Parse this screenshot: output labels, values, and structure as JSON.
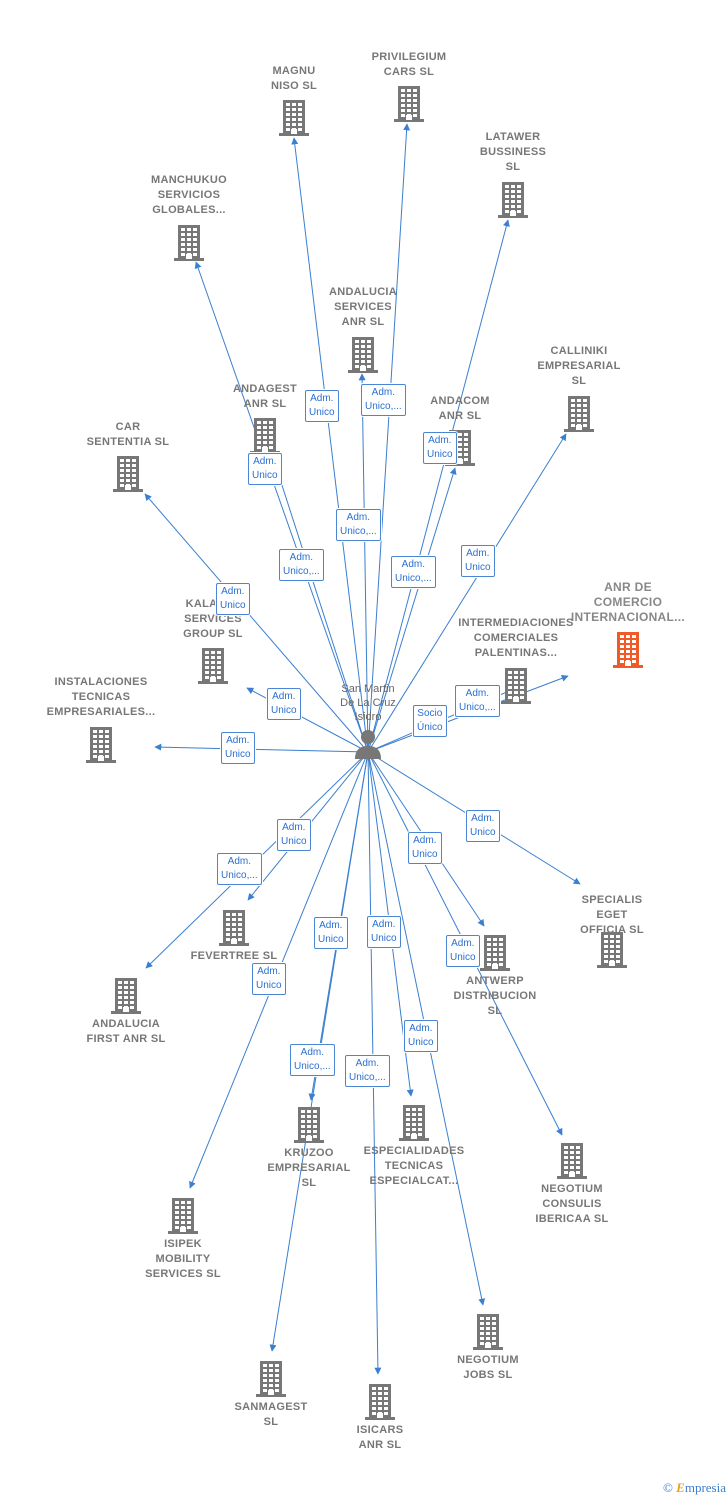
{
  "person": {
    "name": "San Martin\nDe La Cruz\nIsidro"
  },
  "footer": {
    "copyright": "©",
    "brand_first": "E",
    "brand_rest": "mpresia"
  },
  "colors": {
    "edge": "#3a7fd0",
    "building": "#777777",
    "building_focus": "#f05a28"
  },
  "companies": [
    {
      "id": "magnu",
      "label": "MAGNU\nNISO  SL"
    },
    {
      "id": "privilegium",
      "label": "PRIVILEGIUM\nCARS  SL"
    },
    {
      "id": "latawer",
      "label": "LATAWER\nBUSSINESS\nSL"
    },
    {
      "id": "manchukuo",
      "label": "MANCHUKUO\nSERVICIOS\nGLOBALES..."
    },
    {
      "id": "andalucia-services",
      "label": "ANDALUCIA\nSERVICES\nANR  SL"
    },
    {
      "id": "calliniki",
      "label": "CALLINIKI\nEMPRESARIAL\nSL"
    },
    {
      "id": "andagest",
      "label": "ANDAGEST\nANR  SL"
    },
    {
      "id": "andacom",
      "label": "ANDACOM\nANR  SL"
    },
    {
      "id": "car-sententia",
      "label": "CAR\nSENTENTIA  SL"
    },
    {
      "id": "anr-comercio",
      "label": "ANR DE\nCOMERCIO\nINTERNACIONAL...",
      "focus": true
    },
    {
      "id": "kalanet",
      "label": "KALANET\nSERVICES\nGROUP  SL"
    },
    {
      "id": "intermediaciones",
      "label": "INTERMEDIACIONES\nCOMERCIALES\nPALENTINAS..."
    },
    {
      "id": "instalaciones",
      "label": "INSTALACIONES\nTECNICAS\nEMPRESARIALES..."
    },
    {
      "id": "specialis",
      "label": "SPECIALIS\nEGET\nOFFICIA  SL"
    },
    {
      "id": "fevertree",
      "label": "FEVERTREE SL"
    },
    {
      "id": "antwerp",
      "label": "ANTWERP\nDISTRIBUCION\nSL"
    },
    {
      "id": "andalucia-first",
      "label": "ANDALUCIA\nFIRST ANR  SL"
    },
    {
      "id": "kruzoo",
      "label": "KRUZOO\nEMPRESARIAL\nSL"
    },
    {
      "id": "especialidades",
      "label": "ESPECIALIDADES\nTECNICAS\nESPECIALCAT..."
    },
    {
      "id": "negotium-consulis",
      "label": "NEGOTIUM\nCONSULIS\nIBERICAA  SL"
    },
    {
      "id": "isipek",
      "label": "ISIPEK\nMOBILITY\nSERVICES  SL"
    },
    {
      "id": "negotium-jobs",
      "label": "NEGOTIUM\nJOBS  SL"
    },
    {
      "id": "sanmagest",
      "label": "SANMAGEST\nSL"
    },
    {
      "id": "isicars",
      "label": "ISICARS\nANR  SL"
    }
  ],
  "relations": [
    {
      "to": "magnu",
      "label": "Adm.\nUnico"
    },
    {
      "to": "privilegium",
      "label": "Adm.\nUnico,..."
    },
    {
      "to": "latawer",
      "label": "Adm.\nUnico"
    },
    {
      "to": "manchukuo",
      "label": "Adm.\nUnico,..."
    },
    {
      "to": "andalucia-services",
      "label": "Adm.\nUnico,..."
    },
    {
      "to": "calliniki",
      "label": "Adm.\nUnico"
    },
    {
      "to": "andagest",
      "label": "Adm.\nUnico"
    },
    {
      "to": "andacom",
      "label": "Adm.\nUnico,..."
    },
    {
      "to": "car-sententia",
      "label": "Adm.\nUnico"
    },
    {
      "to": "anr-comercio",
      "label": "Adm.\nUnico,..."
    },
    {
      "to": "kalanet",
      "label": "Adm.\nUnico"
    },
    {
      "to": "intermediaciones",
      "label": "Socio\nÚnico"
    },
    {
      "to": "instalaciones",
      "label": "Adm.\nUnico"
    },
    {
      "to": "specialis",
      "label": "Adm.\nUnico"
    },
    {
      "to": "fevertree",
      "label": "Adm.\nUnico"
    },
    {
      "to": "antwerp",
      "label": "Adm.\nUnico"
    },
    {
      "to": "andalucia-first",
      "label": "Adm.\nUnico,..."
    },
    {
      "to": "kruzoo",
      "label": "Adm.\nUnico"
    },
    {
      "to": "especialidades",
      "label": "Adm.\nUnico"
    },
    {
      "to": "negotium-consulis",
      "label": "Adm.\nUnico"
    },
    {
      "to": "isipek",
      "label": "Adm.\nUnico"
    },
    {
      "to": "negotium-jobs",
      "label": "Adm.\nUnico"
    },
    {
      "to": "sanmagest",
      "label": "Adm.\nUnico,..."
    },
    {
      "to": "isicars",
      "label": "Adm.\nUnico,..."
    }
  ]
}
